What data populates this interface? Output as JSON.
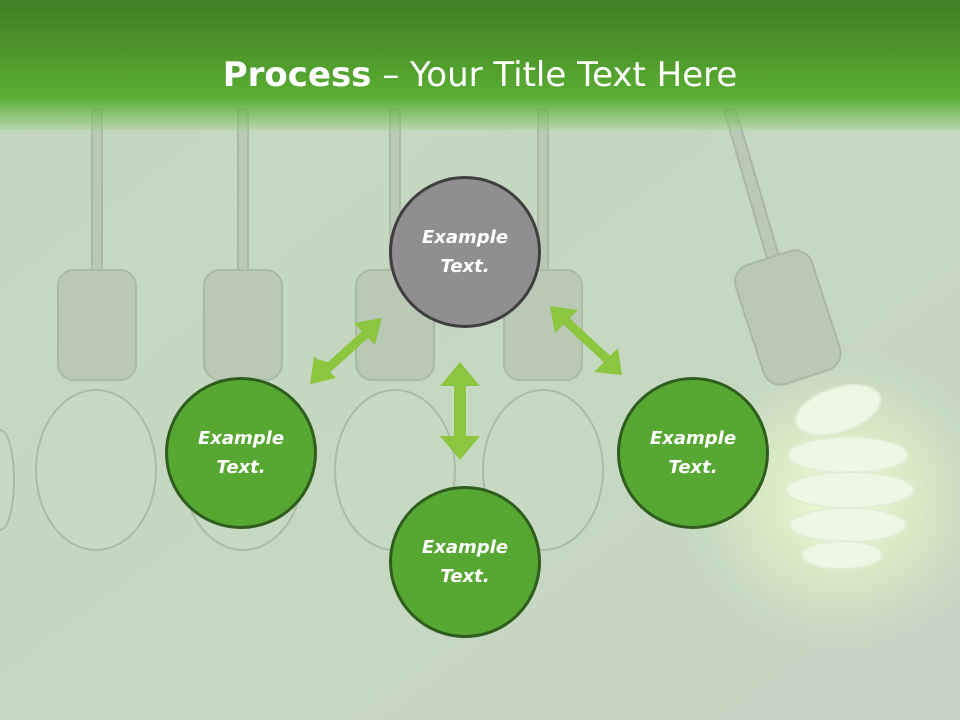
{
  "title": {
    "bold": "Process",
    "rest": " – Your Title Text Here"
  },
  "nodes": {
    "top": {
      "line1": "Example",
      "line2": "Text."
    },
    "left": {
      "line1": "Example",
      "line2": "Text."
    },
    "bottom": {
      "line1": "Example",
      "line2": "Text."
    },
    "right": {
      "line1": "Example",
      "line2": "Text."
    }
  },
  "colors": {
    "header_green": "#4f9a2c",
    "node_green": "#56a833",
    "node_grey": "#8f8f8f",
    "arrow_green": "#8cc63f"
  }
}
